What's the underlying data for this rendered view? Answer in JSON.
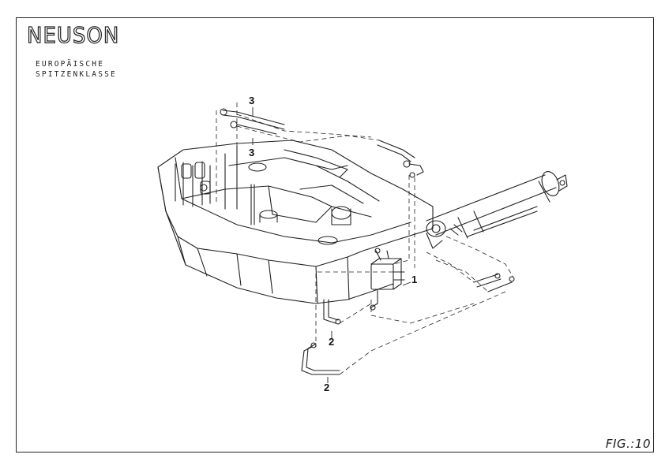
{
  "logo": {
    "brand": "NEUSON",
    "tagline_line1": "EUROPÄISCHE",
    "tagline_line2": "SPITZENKLASSE"
  },
  "figure": {
    "label": "FIG.:10"
  },
  "callouts": [
    {
      "id": "c3a",
      "text": "3"
    },
    {
      "id": "c3b",
      "text": "3"
    },
    {
      "id": "c1",
      "text": "1"
    },
    {
      "id": "c2a",
      "text": "2"
    },
    {
      "id": "c2b",
      "text": "2"
    }
  ],
  "colors": {
    "ink": "#222222",
    "paper": "#ffffff"
  }
}
